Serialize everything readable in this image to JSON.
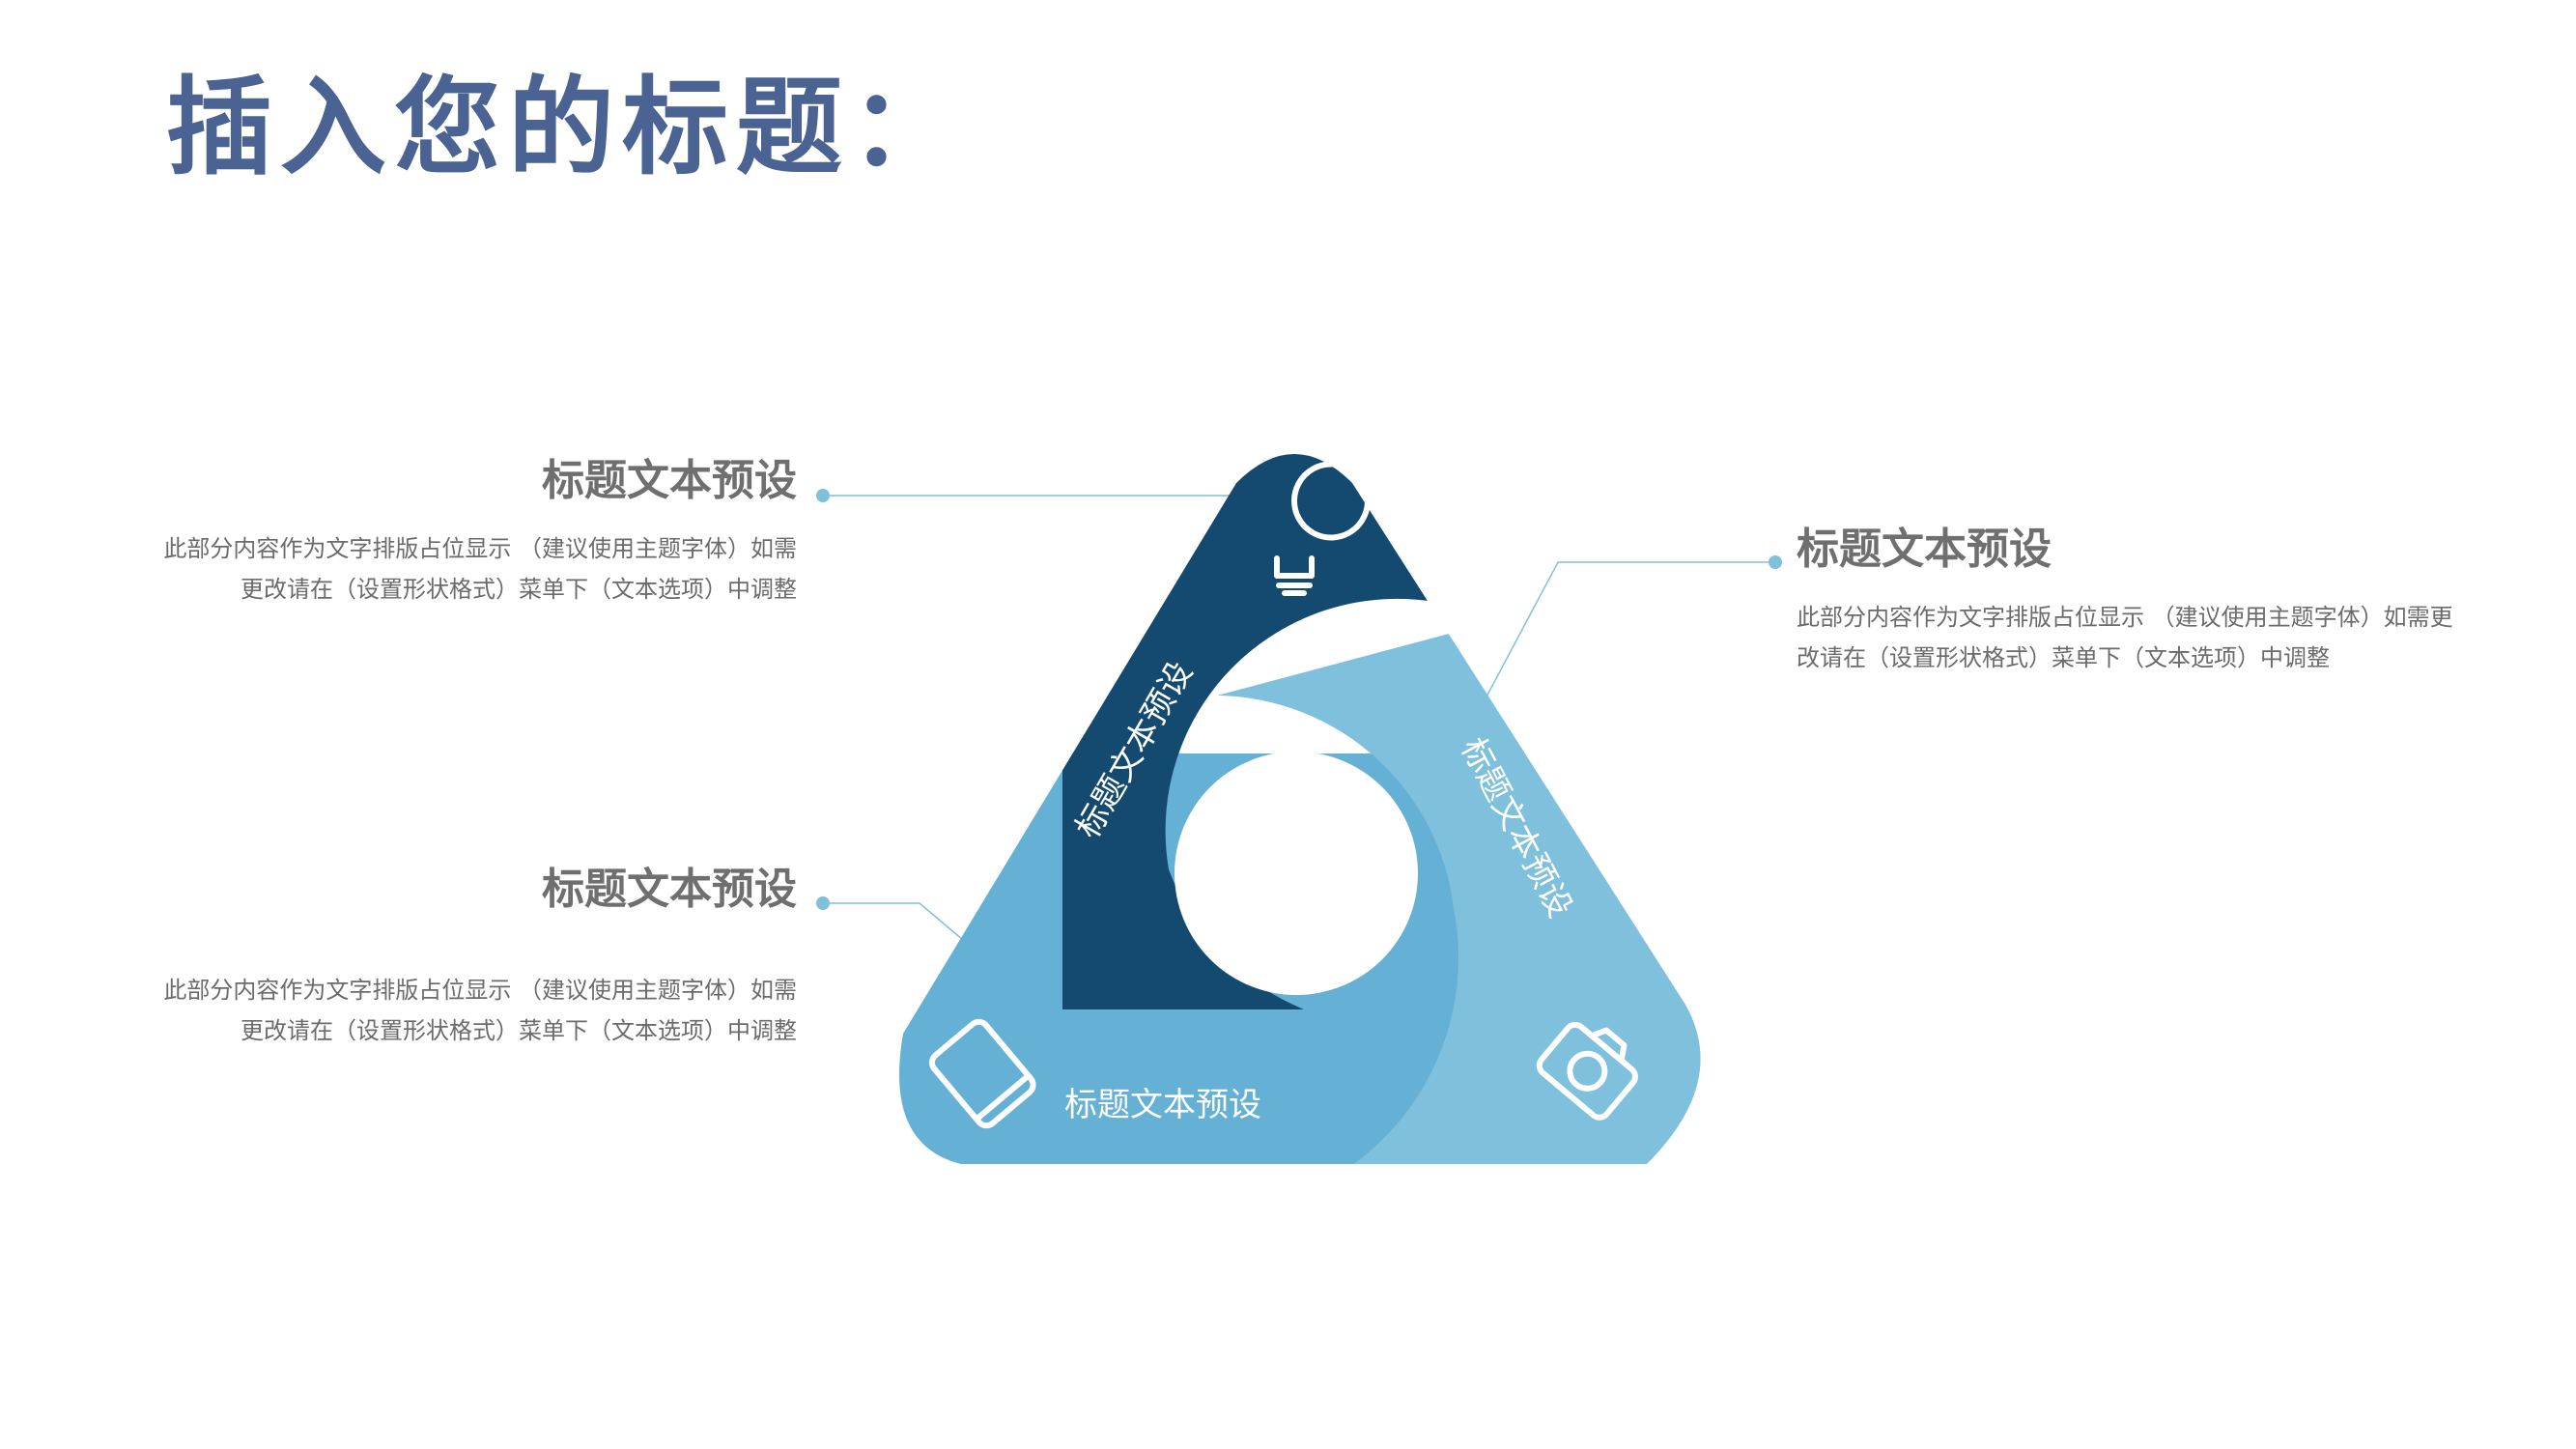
{
  "page": {
    "title": "插入您的标题："
  },
  "blocks": [
    {
      "heading": "标题文本预设",
      "body": "此部分内容作为文字排版占位显示 （建议使用主题字体）如需更改请在（设置形状格式）菜单下（文本选项）中调整"
    },
    {
      "heading": "标题文本预设",
      "body": "此部分内容作为文字排版占位显示 （建议使用主题字体）如需更改请在（设置形状格式）菜单下（文本选项）中调整"
    },
    {
      "heading": "标题文本预设",
      "body": "此部分内容作为文字排版占位显示 （建议使用主题字体）如需更改请在（设置形状格式）菜单下（文本选项）中调整"
    }
  ],
  "diagram": {
    "segments": [
      {
        "label": "标题文本预设",
        "color": "#154a70",
        "icon": "lightbulb-icon"
      },
      {
        "label": "标题文本预设",
        "color": "#7fc0dc",
        "icon": "camera-icon"
      },
      {
        "label": "标题文本预设",
        "color": "#65b1d6",
        "icon": "tablet-icon"
      }
    ],
    "connector_color": "#7fc0dc"
  }
}
